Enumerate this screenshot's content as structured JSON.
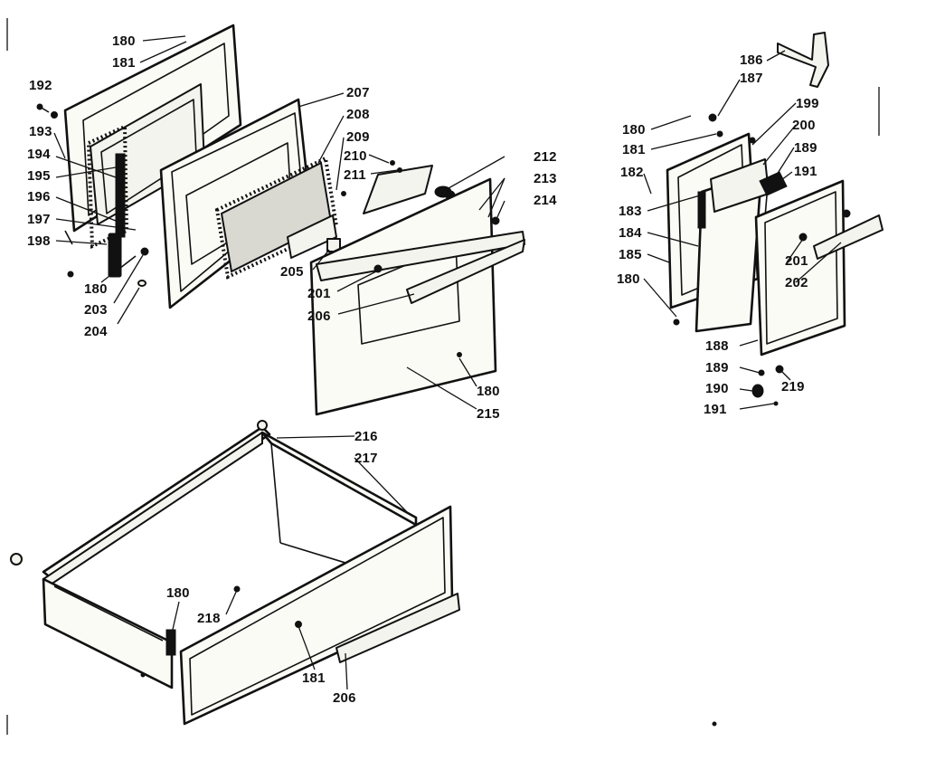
{
  "diagram": {
    "labels": {
      "l180a": "180",
      "l181a": "181",
      "l192": "192",
      "l193": "193",
      "l194": "194",
      "l195": "195",
      "l196": "196",
      "l197": "197",
      "l198": "198",
      "l180b": "180",
      "l203": "203",
      "l204": "204",
      "l207": "207",
      "l208": "208",
      "l209": "209",
      "l210": "210",
      "l211": "211",
      "l212": "212",
      "l213": "213",
      "l214": "214",
      "l205": "205",
      "l201a": "201",
      "l206a": "206",
      "l180c": "180",
      "l215": "215",
      "l186": "186",
      "l187": "187",
      "l180d": "180",
      "l181b": "181",
      "l199": "199",
      "l200": "200",
      "l189a": "189",
      "l191a": "191",
      "l182": "182",
      "l183": "183",
      "l184": "184",
      "l185": "185",
      "l180e": "180",
      "l201b": "201",
      "l202": "202",
      "l188": "188",
      "l189b": "189",
      "l190": "190",
      "l219": "219",
      "l191b": "191",
      "l216": "216",
      "l217": "217",
      "l180f": "180",
      "l218": "218",
      "l181c": "181",
      "l206b": "206"
    }
  }
}
